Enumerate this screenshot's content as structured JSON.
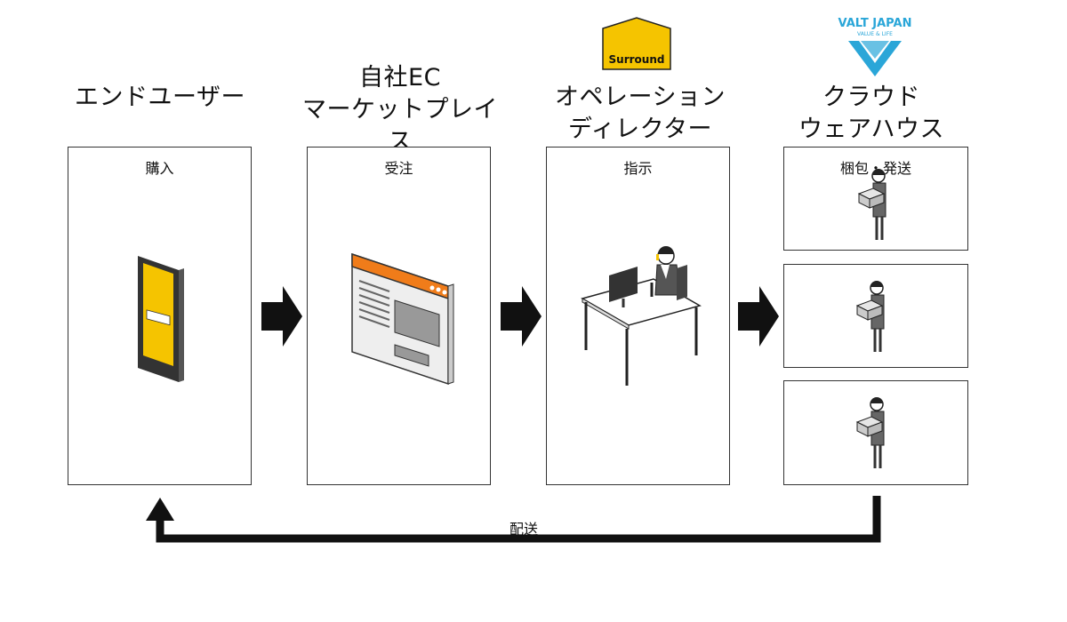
{
  "stages": [
    {
      "id": "end-user",
      "title_lines": [
        "エンドユーザー"
      ],
      "box_label": "購入"
    },
    {
      "id": "marketplace",
      "title_lines": [
        "自社EC",
        "マーケットプレイス"
      ],
      "box_label": "受注"
    },
    {
      "id": "operation-director",
      "title_lines": [
        "オペレーション",
        "ディレクター"
      ],
      "box_label": "指示"
    },
    {
      "id": "cloud-warehouse",
      "title_lines": [
        "クラウド",
        "ウェアハウス"
      ],
      "box_label": "梱包・発送"
    }
  ],
  "logos": {
    "surround": "Surround",
    "valt_japan": "VALT JAPAN",
    "valt_japan_sub": "VALUE & LIFE"
  },
  "return_flow_label": "配送",
  "colors": {
    "accent_yellow": "#f5c400",
    "accent_orange": "#f07c1a",
    "valt_blue": "#2aa6d8",
    "border": "#333333",
    "arrow": "#111111"
  }
}
